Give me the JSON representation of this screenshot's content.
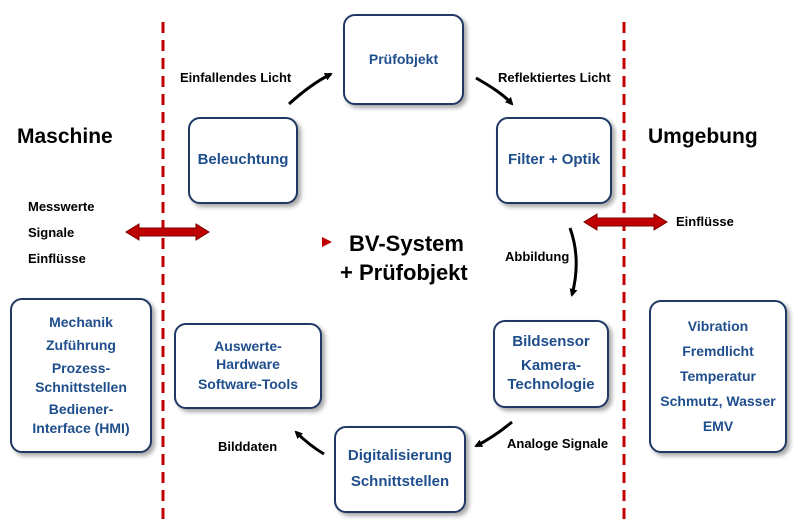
{
  "side_titles": {
    "left": "Maschine",
    "right": "Umgebung"
  },
  "center": {
    "line1": "BV-System",
    "line2": "+ Prüfobjekt"
  },
  "boxes": {
    "pruefobjekt": [
      "Prüfobjekt"
    ],
    "beleuchtung": [
      "Beleuchtung"
    ],
    "filter_optik": [
      "Filter + Optik"
    ],
    "bildsensor": [
      "Bildsensor",
      "Kamera-",
      "Technologie"
    ],
    "digitalisierung": [
      "Digitalisierung",
      "Schnittstellen"
    ],
    "auswerte": [
      "Auswerte-",
      "Hardware",
      "Software-Tools"
    ],
    "maschine": [
      "Mechanik",
      "Zuführung",
      "Prozess-",
      "Schnittstellen",
      "Bediener-",
      "Interface (HMI)"
    ],
    "umgebung": [
      "Vibration",
      "Fremdlicht",
      "Temperatur",
      "Schmutz, Wasser",
      "EMV"
    ]
  },
  "labels": {
    "einfallendes_licht": "Einfallendes Licht",
    "reflektiertes_licht": "Reflektiertes Licht",
    "abbildung": "Abbildung",
    "analoge_signale": "Analoge Signale",
    "bilddaten": "Bilddaten",
    "einfluesse": "Einflüsse",
    "left_interface": [
      "Messwerte",
      "Signale",
      "Einflüsse"
    ]
  },
  "colors": {
    "box_border": "#1f3864",
    "box_text": "#1f4e8c",
    "dashed_line": "#c00000",
    "double_arrow": "#c00000",
    "flow_arrow": "#000000"
  }
}
